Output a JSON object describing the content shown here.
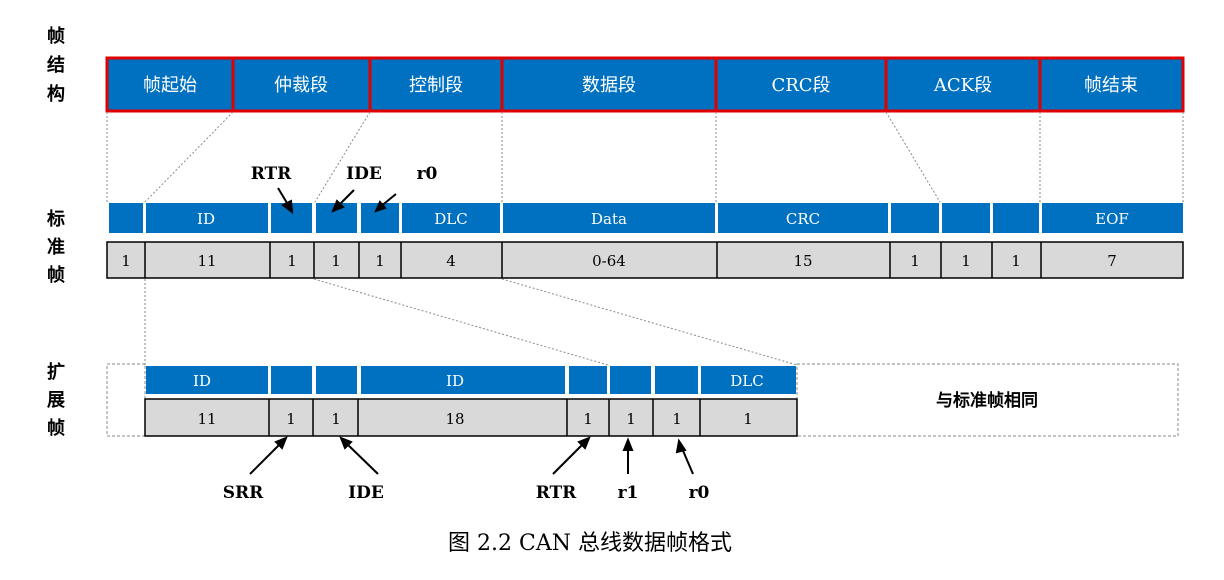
{
  "colors": {
    "blue": "#0070C0",
    "gray": "#D9D9D9",
    "red": "#E00000",
    "black": "#000000"
  },
  "row_labels": {
    "frame_structure": [
      "帧",
      "结",
      "构"
    ],
    "standard_frame": [
      "标",
      "准",
      "帧"
    ],
    "extended_frame": [
      "扩",
      "展",
      "帧"
    ]
  },
  "structure": {
    "segments": [
      "帧起始",
      "仲裁段",
      "控制段",
      "数据段",
      "CRC段",
      "ACK段",
      "帧结束"
    ]
  },
  "standard": {
    "fields": [
      "",
      "ID",
      "",
      "",
      "",
      "DLC",
      "Data",
      "CRC",
      "",
      "",
      "",
      "EOF"
    ],
    "bits": [
      "1",
      "11",
      "1",
      "1",
      "1",
      "4",
      "0-64",
      "15",
      "1",
      "1",
      "1",
      "7"
    ],
    "annotations": [
      "RTR",
      "IDE",
      "r0"
    ]
  },
  "extended": {
    "fields": [
      "ID",
      "",
      "",
      "ID",
      "",
      "",
      "",
      "DLC"
    ],
    "bits": [
      "11",
      "1",
      "1",
      "18",
      "1",
      "1",
      "1",
      "1"
    ],
    "annotations": [
      "SRR",
      "IDE",
      "RTR",
      "r1",
      "r0"
    ],
    "same_as_standard": "与标准帧相同"
  },
  "caption": "图 2.2 CAN 总线数据帧格式"
}
